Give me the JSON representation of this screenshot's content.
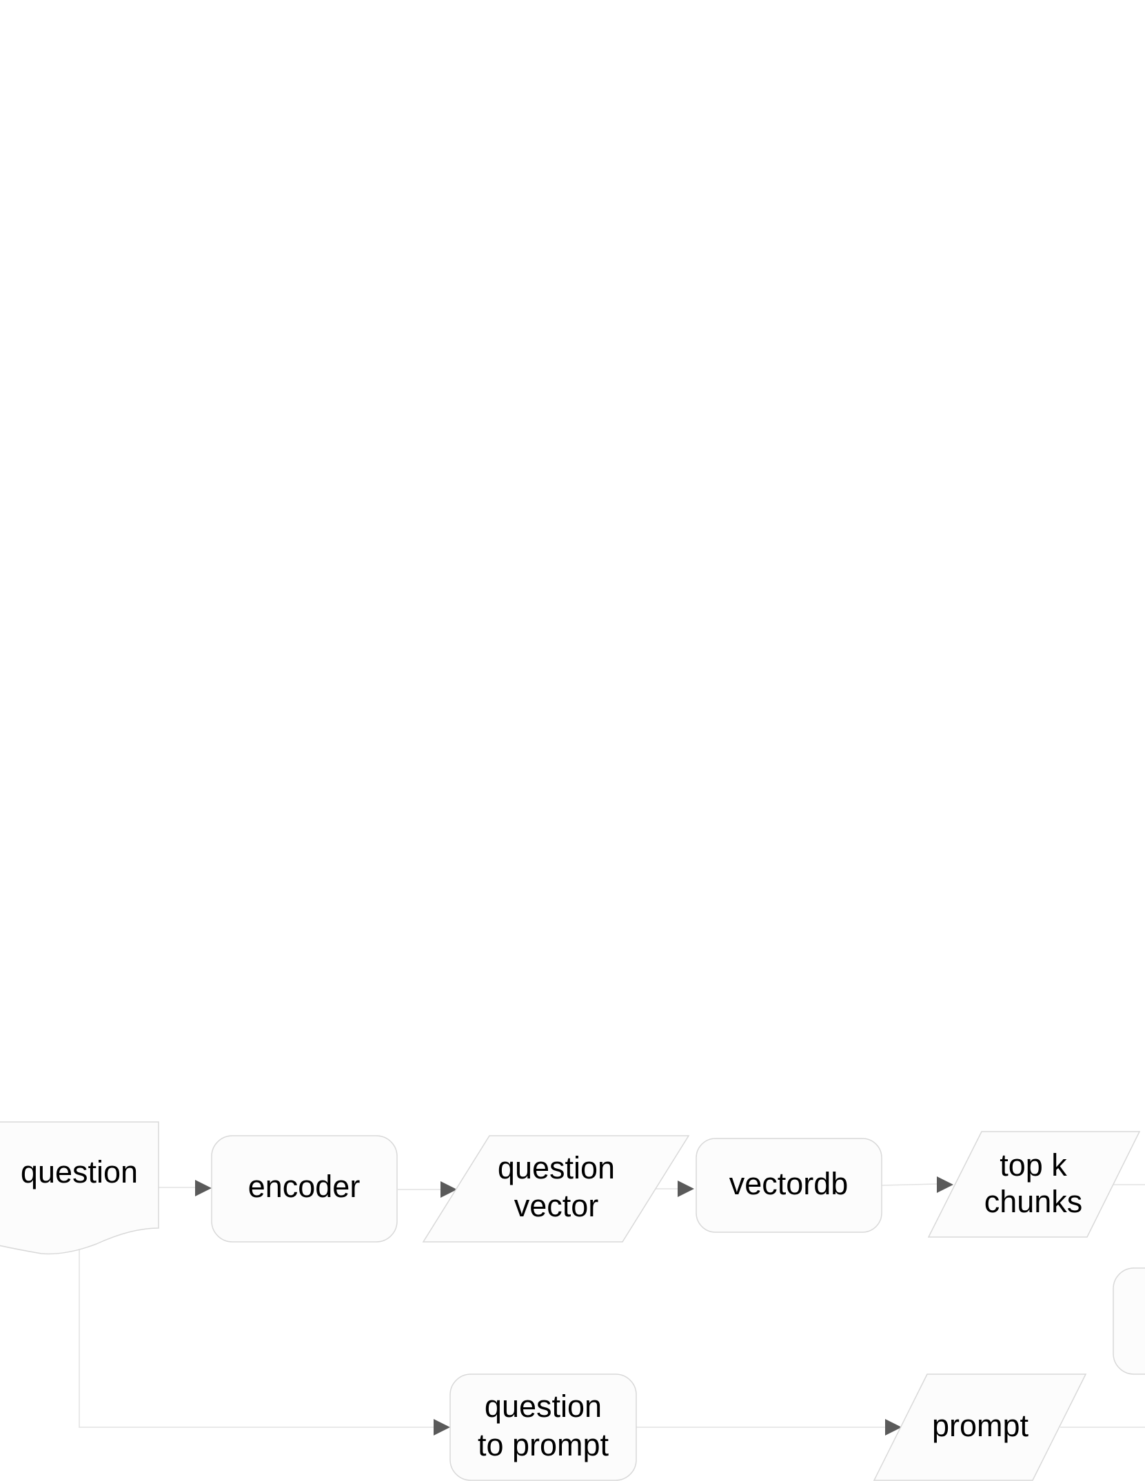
{
  "nodes": {
    "question": {
      "label": "question",
      "shape": "document"
    },
    "encoder": {
      "label": "encoder",
      "shape": "rounded-rect"
    },
    "question_vector": {
      "label1": "question",
      "label2": "vector",
      "shape": "parallelogram"
    },
    "vectordb": {
      "label": "vectordb",
      "shape": "rounded-rect"
    },
    "top_k_chunks": {
      "label1": "top k",
      "label2": "chunks",
      "shape": "parallelogram"
    },
    "question_to_prompt": {
      "label1": "question",
      "label2": "to prompt",
      "shape": "rounded-rect"
    },
    "prompt": {
      "label": "prompt",
      "shape": "parallelogram"
    },
    "offscreen_node": {
      "shape": "rounded-rect"
    }
  },
  "edges": [
    {
      "from": "question",
      "to": "encoder"
    },
    {
      "from": "encoder",
      "to": "question_vector"
    },
    {
      "from": "question_vector",
      "to": "vectordb"
    },
    {
      "from": "vectordb",
      "to": "top_k_chunks"
    },
    {
      "from": "top_k_chunks",
      "to": "offscreen"
    },
    {
      "from": "question",
      "to": "question_to_prompt"
    },
    {
      "from": "question_to_prompt",
      "to": "prompt"
    },
    {
      "from": "prompt",
      "to": "offscreen"
    }
  ],
  "colors": {
    "node_fill": "#fcfcfc",
    "node_stroke": "#d8d8d8",
    "edge": "#e2e2e2",
    "arrowhead": "#5a5a5a",
    "text": "#000000",
    "background": "#ffffff"
  }
}
